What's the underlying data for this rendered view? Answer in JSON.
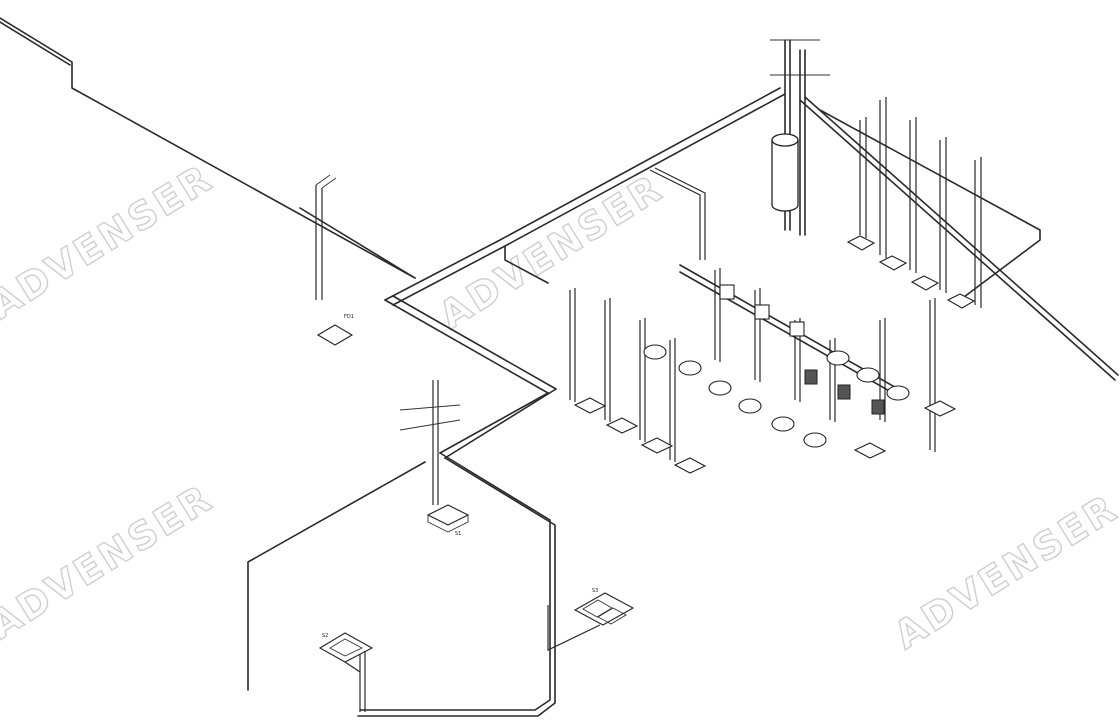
{
  "watermark": "ADVENSER",
  "fixtures": {
    "s1": "S1",
    "s2": "S2",
    "s3": "S3",
    "fd1": "FD1"
  }
}
